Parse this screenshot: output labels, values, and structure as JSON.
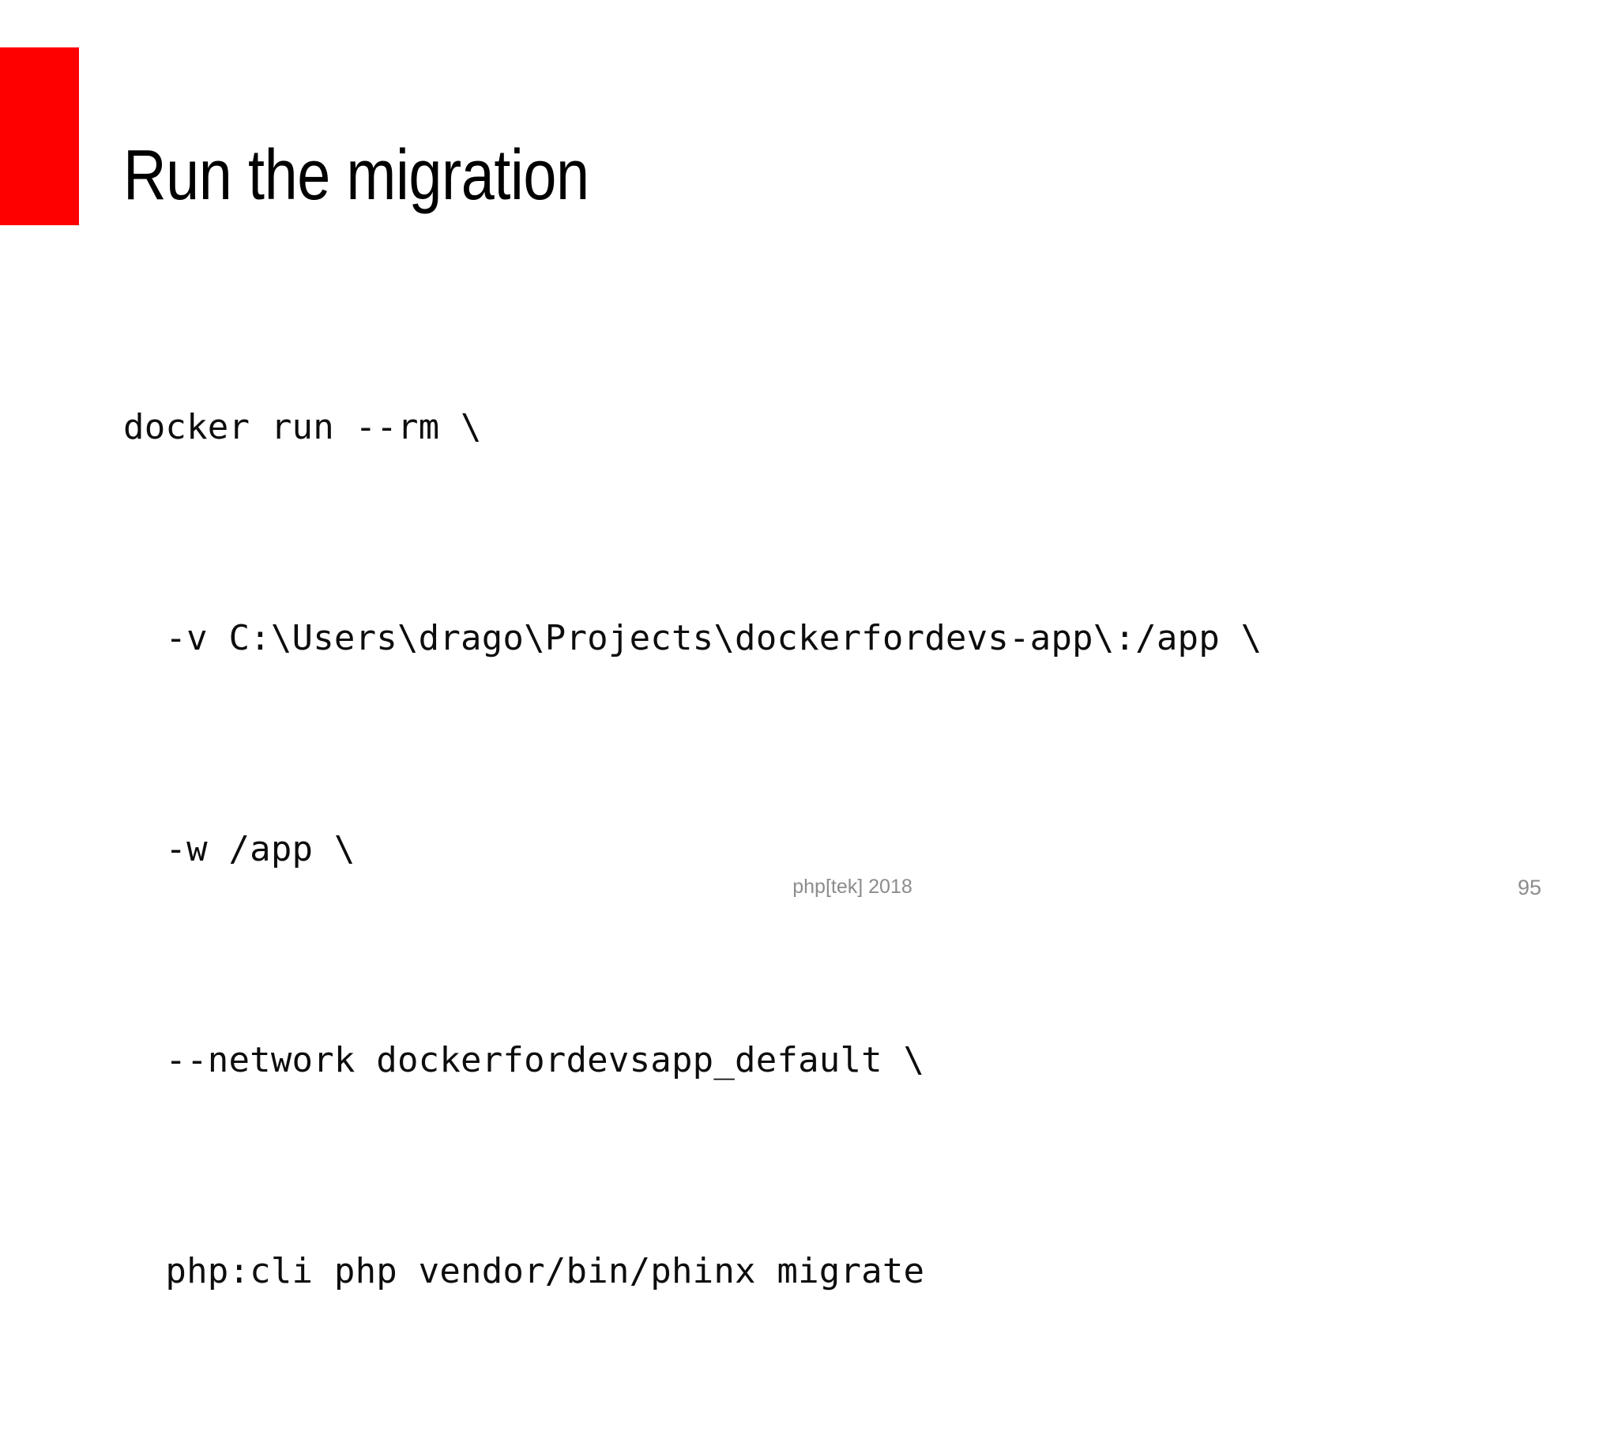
{
  "slide": {
    "title": "Run the migration",
    "accent_color": "#fe0000",
    "background_color": "#ffffff",
    "text_color": "#000000",
    "footer_color": "#8c8c8c",
    "code": {
      "language": "shell",
      "lines": [
        "docker run --rm \\",
        "  -v C:\\Users\\drago\\Projects\\dockerfordevs-app\\:/app \\",
        "  -w /app \\",
        "  --network dockerfordevsapp_default \\",
        "  php:cli php vendor/bin/phinx migrate"
      ]
    },
    "footer": {
      "conference": "php[tek] 2018",
      "page_number": "95"
    }
  }
}
